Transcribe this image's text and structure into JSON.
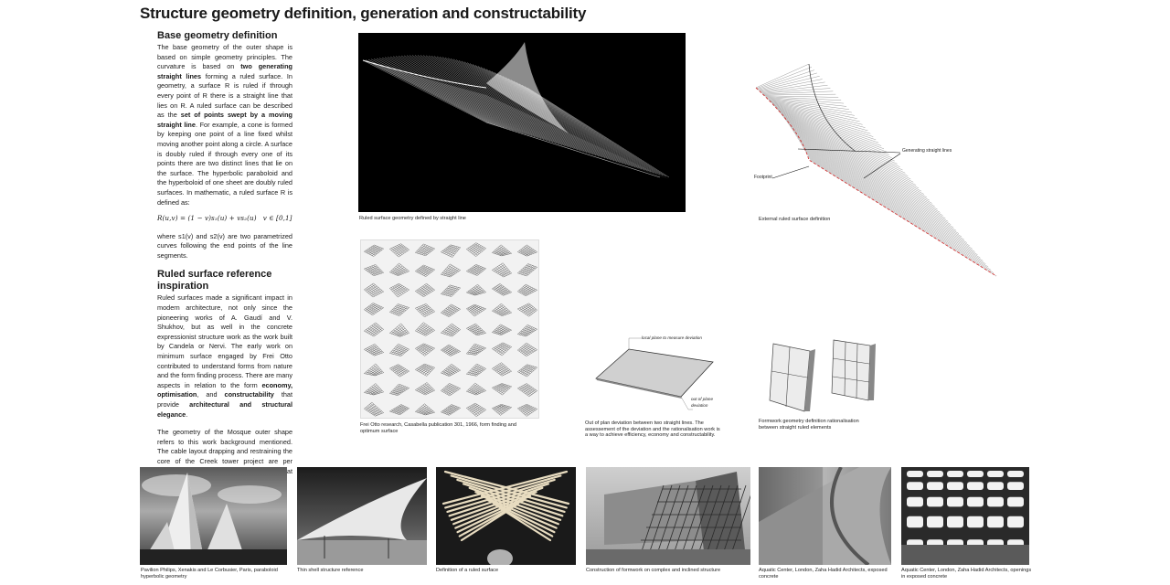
{
  "title": "Structure geometry definition, generation and constructability",
  "section1": {
    "heading": "Base geometry definition",
    "p1_a": "The base geometry of the outer shape is based on simple geometry principles. The curvature is based on ",
    "p1_b": "two generating straight lines",
    "p1_c": " forming a ruled surface. In geometry, a surface R is ruled if through every point of R there is a straight line that lies on R. A ruled surface can be described as the ",
    "p1_d": "set of points swept by a moving straight line",
    "p1_e": ". For example, a cone is formed by keeping one point of a line fixed whilst moving another point along a circle. A surface is doubly ruled if through every one of its points there are two distinct lines that lie on the surface. The hyperbolic paraboloid and the hyperboloid of one sheet are doubly ruled surfaces. In mathematic, a ruled surface R is defined as:",
    "formula_main": "R(u,v) = (1 − v)s₁(u) + vs₂(u)",
    "formula_domain": "v ∈ [0,1]",
    "p2": "where s1(v) and s2(v) are two parametrized curves following the end points of the line segments."
  },
  "section2": {
    "heading": "Ruled surface reference inspiration",
    "p1_a": "Ruled surfaces made a significant impact in modern architecture, not only since the pioneering works of A. Gaudí and V. Shukhov, but as well in the concrete expressionist structure work as the work built by Candela or Nervi. The early work on minimum surface engaged by Frei Otto contributed to understand forms from nature and the form finding process. There are many aspects in relation to the form ",
    "p1_b": "economy, optimisation",
    "p1_c": ", and ",
    "p1_d": "constructability",
    "p1_e": " that provide ",
    "p1_f": "architectural and structural elegance",
    "p1_g": ".",
    "p2": "The geometry of the Mosque outer shape refers to this work background mentioned. The cable layout drapping and restraining the core of the Creek tower project are per definition describing a ruled surface that inspire the mosque geometry."
  },
  "figures": {
    "ruled_caption": "Ruled surface geometry defined by straight line",
    "external_caption": "External ruled surface definition",
    "label_generating": "Generating straight lines",
    "label_footprint": "Footprint",
    "frei_caption": "Frei Otto research, Casabella publication 301, 1966, form finding and optimum surface",
    "deviation_caption": "Out of plan deviation between two straight lines. The assessement of the deviation and the rationalisation work is a way to achieve efficiency, economy and constructability.",
    "label_local_plane": "local plane to measure deviation",
    "label_out_of_plane": "out of plane deviation",
    "formwork_caption": "Formwork geometry definition rationalisation between straight ruled elements"
  },
  "photos": [
    {
      "caption": "Pavilion Philips, Xenakis and Le Corbusier, Paris, paraboloid hyperbolic geometry"
    },
    {
      "caption": "Thin shell structure reference"
    },
    {
      "caption": "Definition of a ruled surface"
    },
    {
      "caption": "Construction of formwork on complex and inclined structure"
    },
    {
      "caption": "Aquatic Center, London, Zaha Hadid Architects, exposed concrete"
    },
    {
      "caption": "Aquatic Center, London, Zaha Hadid Architects, openings in exposed concrete"
    }
  ],
  "colors": {
    "text": "#1a1a1a",
    "accent_red": "#d03030",
    "black": "#000000"
  }
}
